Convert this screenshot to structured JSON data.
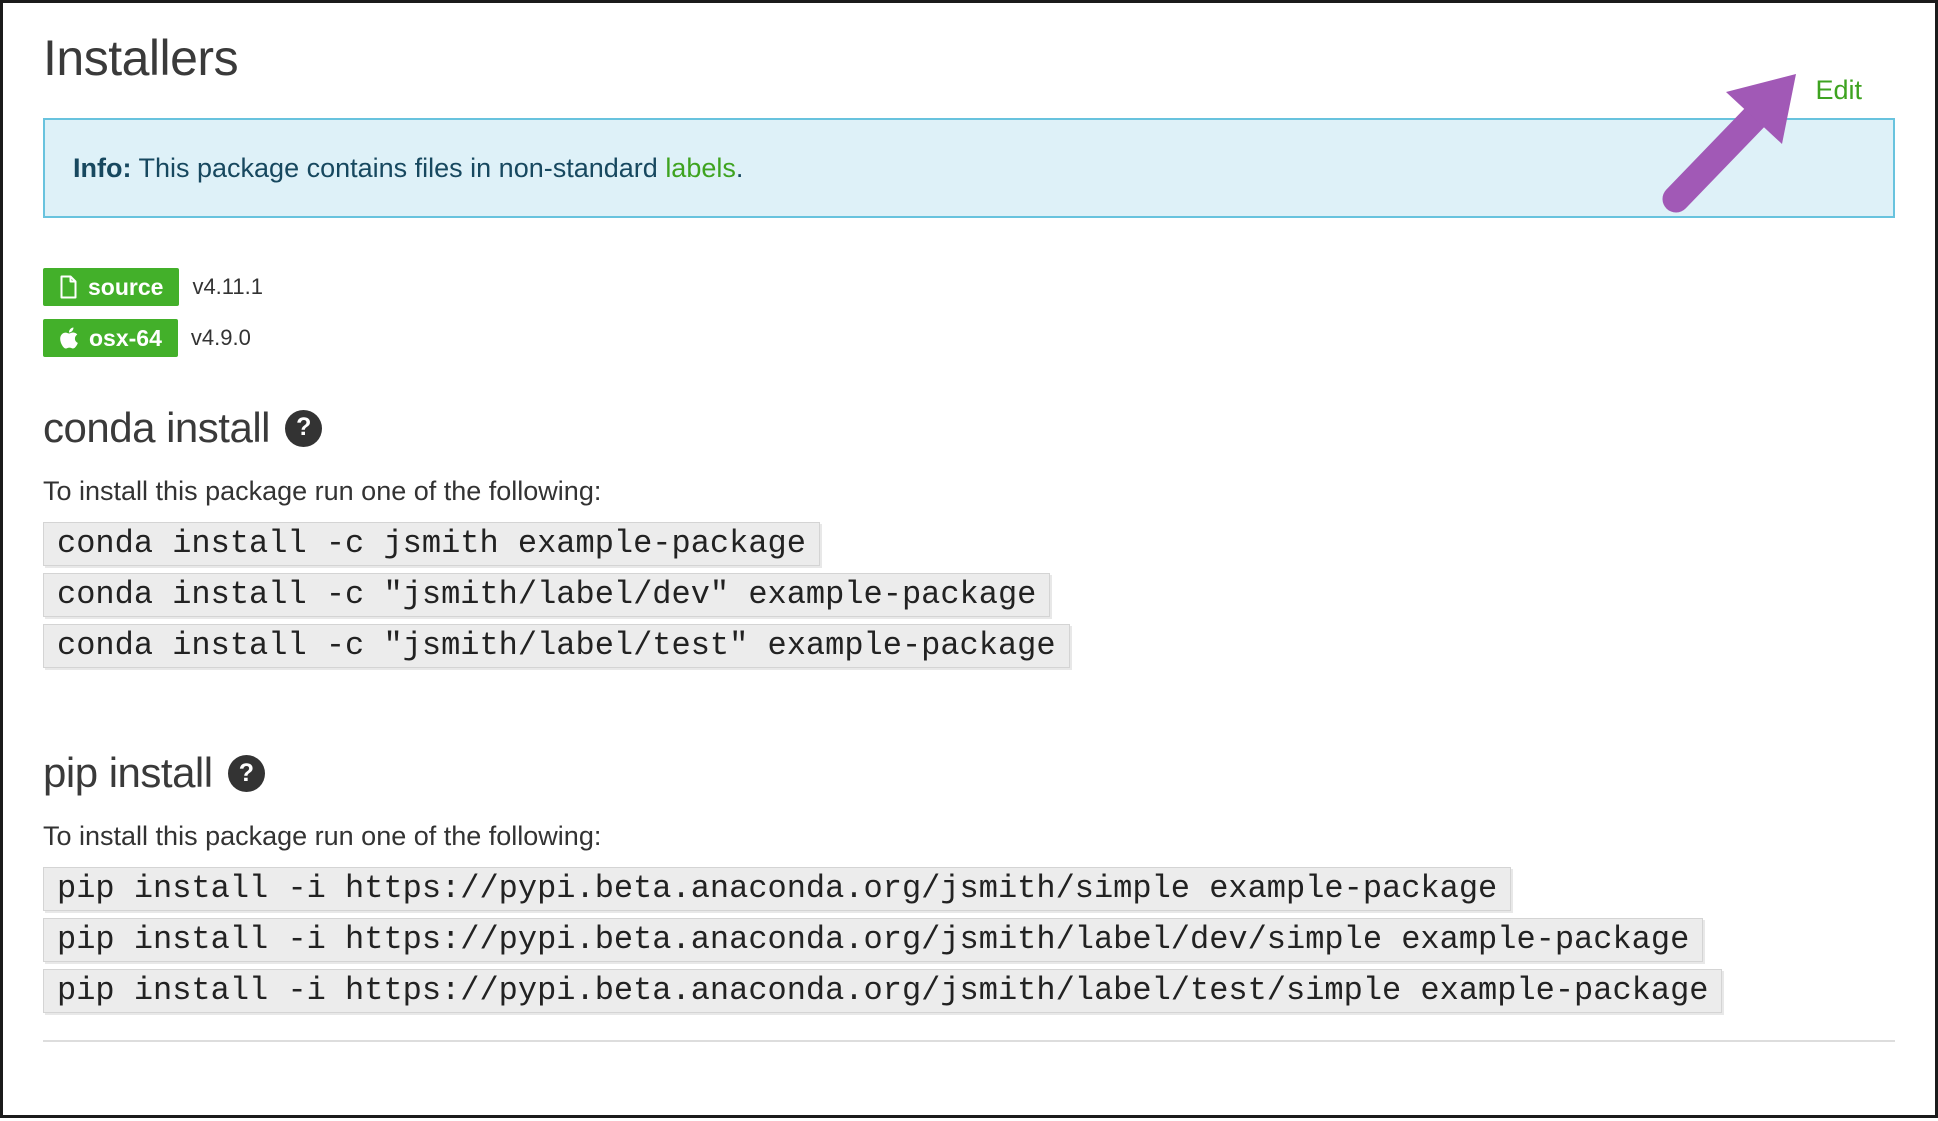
{
  "page": {
    "title": "Installers",
    "edit_label": "Edit"
  },
  "info_banner": {
    "label": "Info:",
    "text": " This package contains files in non-standard ",
    "link_text": "labels",
    "suffix": "."
  },
  "badges": [
    {
      "icon": "file-icon",
      "label": "source",
      "version": "v4.11.1"
    },
    {
      "icon": "apple-icon",
      "label": "osx-64",
      "version": "v4.9.0"
    }
  ],
  "sections": [
    {
      "heading": "conda install",
      "help_glyph": "?",
      "intro": "To install this package run one of the following:",
      "commands": [
        "conda install -c jsmith example-package",
        "conda install -c \"jsmith/label/dev\" example-package",
        "conda install -c \"jsmith/label/test\" example-package"
      ]
    },
    {
      "heading": "pip install",
      "help_glyph": "?",
      "intro": "To install this package run one of the following:",
      "commands": [
        "pip install -i https://pypi.beta.anaconda.org/jsmith/simple example-package",
        "pip install -i https://pypi.beta.anaconda.org/jsmith/label/dev/simple example-package",
        "pip install -i https://pypi.beta.anaconda.org/jsmith/label/test/simple example-package"
      ]
    }
  ],
  "colors": {
    "badge_green": "#43B02A",
    "link_green": "#3EA320",
    "info_bg": "#DEF1F8",
    "info_border": "#68C3DE",
    "info_text": "#17485F",
    "arrow_purple": "#A159B6",
    "code_bg": "#ECECEC"
  }
}
